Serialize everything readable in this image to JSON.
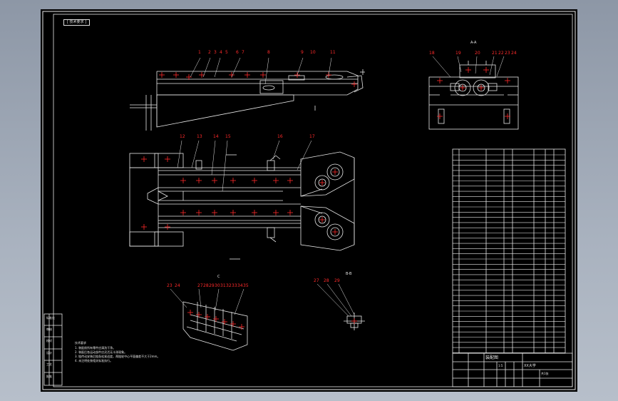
{
  "title_box": "[ 技术要求 ]",
  "part_numbers": {
    "top": [
      "1",
      "2",
      "3",
      "4",
      "5",
      "6",
      "7",
      "8",
      "9",
      "10",
      "11"
    ],
    "middle": [
      "12",
      "13",
      "14",
      "15",
      "16",
      "17"
    ],
    "side": [
      "18",
      "19",
      "20",
      "21",
      "22",
      "23",
      "24"
    ],
    "detail_left": [
      "23",
      "24",
      "27",
      "28",
      "29",
      "30",
      "31",
      "32",
      "33",
      "34",
      "35"
    ],
    "detail_right": [
      "27",
      "28",
      "29"
    ]
  },
  "view_labels": {
    "side_view": "A-A",
    "detail_right": "B-B",
    "detail_left": "C"
  },
  "side_labels": [
    "标准化",
    "审核",
    "校对",
    "设计",
    "工艺",
    "批准"
  ],
  "notes_title": "技术要求",
  "notes": [
    "1. 装配前所有零件应清洗干净。",
    "2. 装配后各运动部件应灵活无卡滞现象。",
    "3. 链传动安装后链条松紧适度，两链轮中心平面偏差不大于2mm。",
    "4. 未注明处按相关标准执行。"
  ],
  "title_block": {
    "drawing_name": "装配图",
    "school": "XX大学",
    "scale": "1:5",
    "sheet": "共1张"
  },
  "colors": {
    "line": "#e8e8e8",
    "label": "#ff2a2a",
    "background": "#000000"
  }
}
